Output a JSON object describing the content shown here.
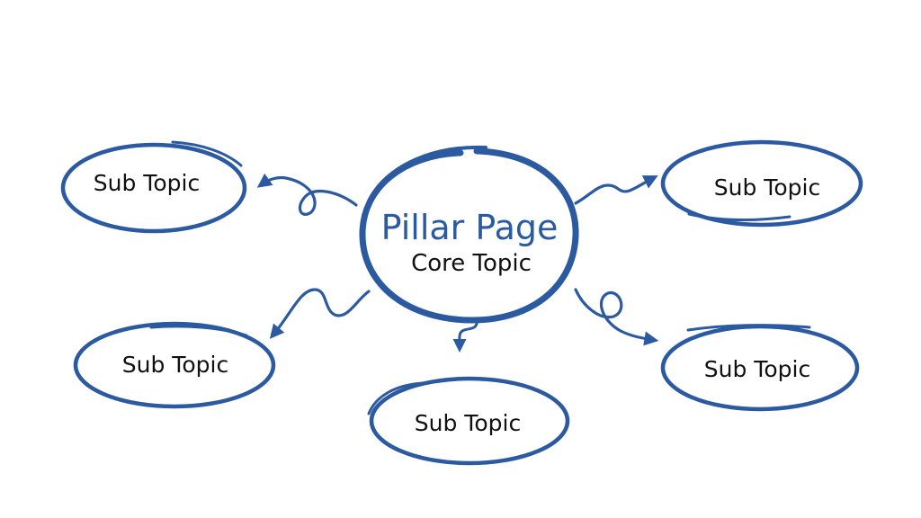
{
  "colors": {
    "accent": "#2c5aa0",
    "text": "#111111",
    "background": "#ffffff"
  },
  "center": {
    "title": "Pillar Page",
    "subtitle": "Core Topic"
  },
  "sub_topics": [
    {
      "label": "Sub Topic"
    },
    {
      "label": "Sub Topic"
    },
    {
      "label": "Sub Topic"
    },
    {
      "label": "Sub Topic"
    },
    {
      "label": "Sub Topic"
    }
  ]
}
